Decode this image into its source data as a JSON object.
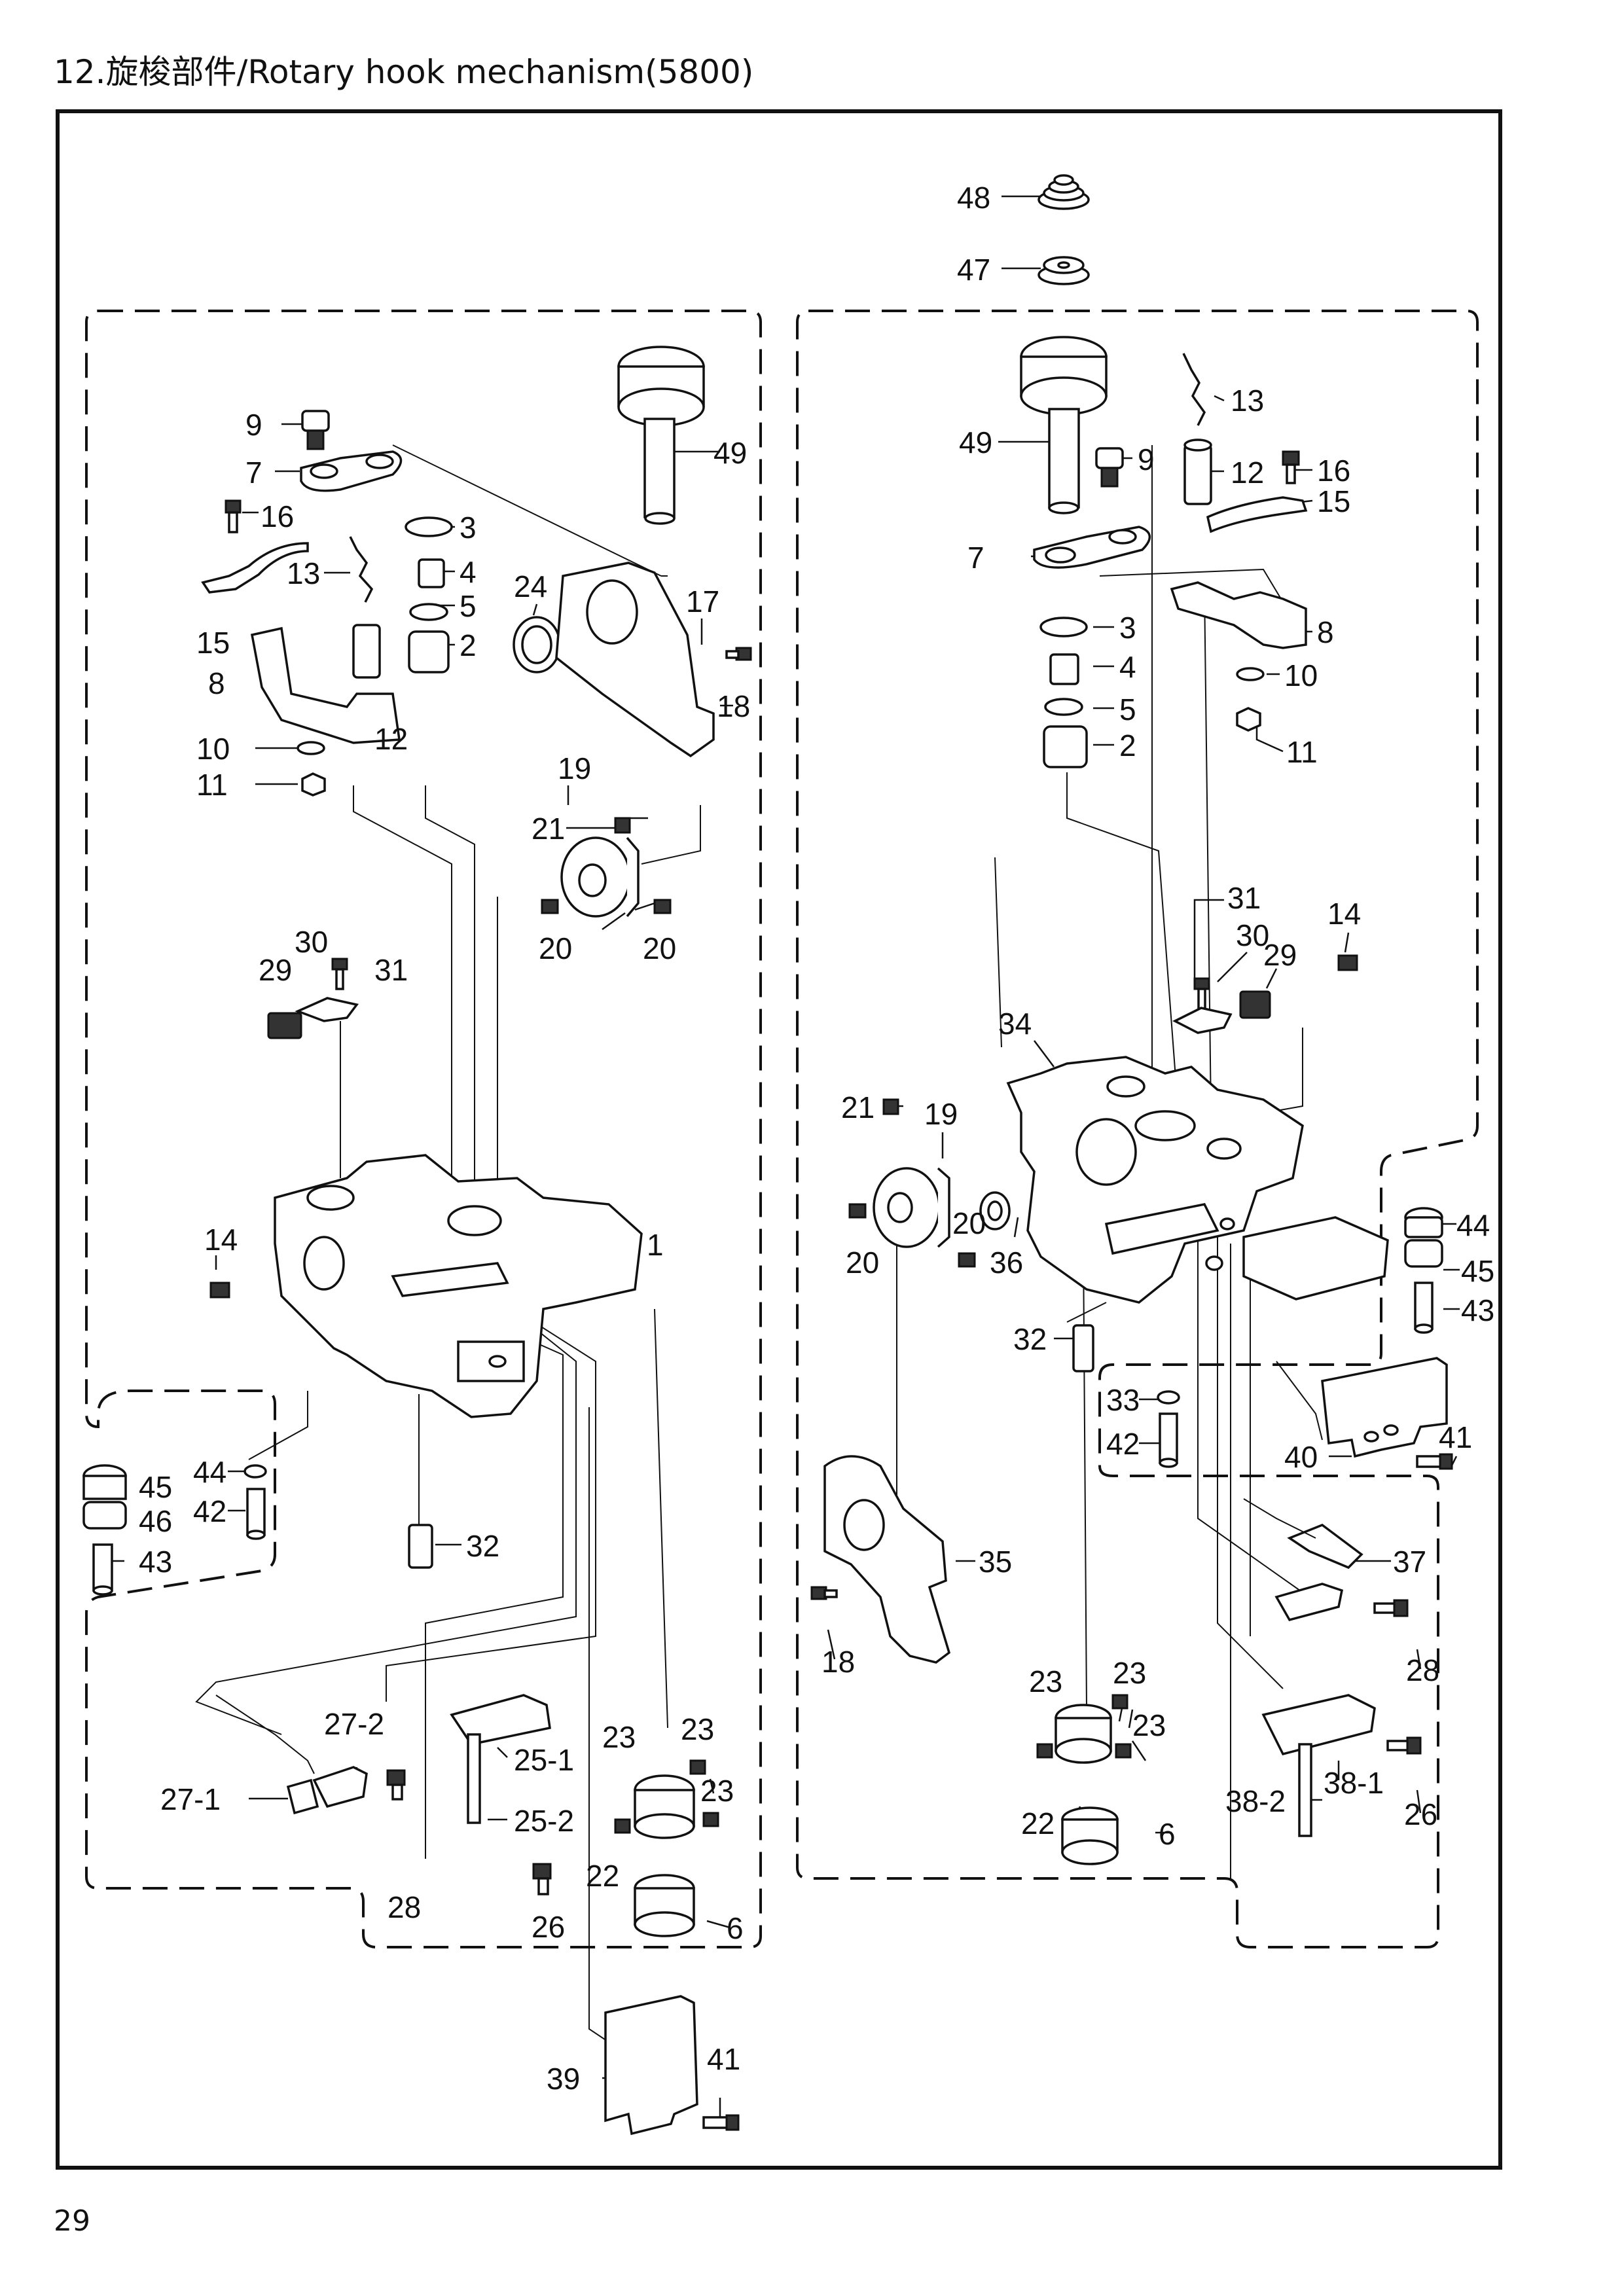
{
  "header": {
    "title": "12.旋梭部件/Rotary hook mechanism(5800)"
  },
  "footer": {
    "page_number": "29"
  },
  "left_group": {
    "labels": [
      "9",
      "7",
      "16",
      "3",
      "4",
      "5",
      "2",
      "13",
      "15",
      "8",
      "10",
      "11",
      "12",
      "24",
      "17",
      "18",
      "49",
      "19",
      "21",
      "20",
      "20",
      "30",
      "29",
      "31",
      "14",
      "1",
      "45",
      "46",
      "43",
      "44",
      "42",
      "32",
      "27-2",
      "27-1",
      "25-1",
      "25-2",
      "28",
      "26",
      "23",
      "23",
      "23",
      "22",
      "6",
      "39",
      "41"
    ]
  },
  "right_group": {
    "labels": [
      "48",
      "47",
      "13",
      "49",
      "9",
      "12",
      "16",
      "15",
      "7",
      "3",
      "4",
      "5",
      "2",
      "8",
      "10",
      "11",
      "31",
      "30",
      "14",
      "29",
      "34",
      "21",
      "19",
      "20",
      "20",
      "36",
      "44",
      "45",
      "43",
      "32",
      "33",
      "42",
      "40",
      "41",
      "35",
      "18",
      "37",
      "28",
      "23",
      "23",
      "23",
      "22",
      "6",
      "38-1",
      "38-2",
      "26"
    ]
  }
}
